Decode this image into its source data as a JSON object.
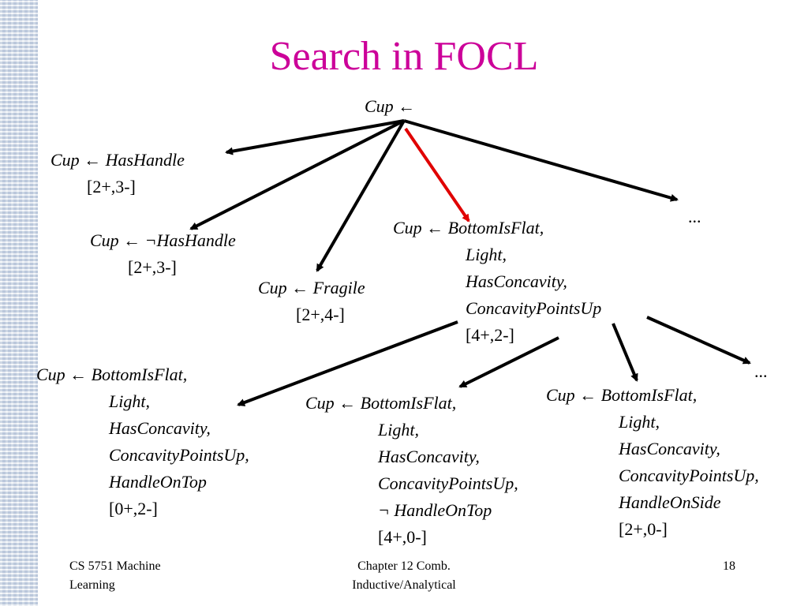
{
  "slide": {
    "title": "Search in FOCL",
    "footer_left": "CS 5751 Machine Learning",
    "footer_left_line1": "CS 5751 Machine",
    "footer_left_line2": "Learning",
    "footer_center_line1": "Chapter 12  Comb.",
    "footer_center_line2": "Inductive/Analytical",
    "page_number": "18"
  },
  "colors": {
    "title": "#cc0099",
    "highlight_edge": "#e00000",
    "edge": "#000000"
  },
  "tree": {
    "root": "Cup ←",
    "level1": [
      {
        "head": "Cup ← HasHandle",
        "count": "[2+,3-]"
      },
      {
        "head": "Cup ← ¬HasHandle",
        "count": "[2+,3-]"
      },
      {
        "head": "Cup ← Fragile",
        "count": "[2+,4-]"
      },
      {
        "head": "Cup ← BottomIsFlat,",
        "lines": [
          "Light,",
          "HasConcavity,",
          "ConcavityPointsUp"
        ],
        "count": "[4+,2-]"
      },
      {
        "head": "..."
      }
    ],
    "level2": [
      {
        "head": "Cup ← BottomIsFlat,",
        "lines": [
          "Light,",
          "HasConcavity,",
          "ConcavityPointsUp,",
          "HandleOnTop"
        ],
        "count": "[0+,2-]"
      },
      {
        "head": "Cup ← BottomIsFlat,",
        "lines": [
          "Light,",
          "HasConcavity,",
          "ConcavityPointsUp,",
          "¬ HandleOnTop"
        ],
        "count": "[4+,0-]"
      },
      {
        "head": "Cup ← BottomIsFlat,",
        "lines": [
          "Light,",
          "HasConcavity,",
          "ConcavityPointsUp,",
          "HandleOnSide"
        ],
        "count": "[2+,0-]"
      },
      {
        "head": "..."
      }
    ]
  }
}
